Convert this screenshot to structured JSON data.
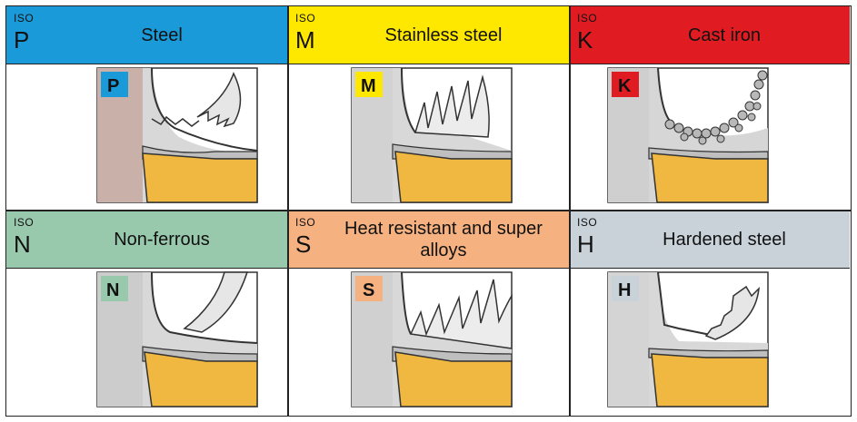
{
  "materials": [
    {
      "iso": "ISO",
      "letter": "P",
      "title": "Steel",
      "color": "#1a9ad9",
      "badge": "P"
    },
    {
      "iso": "ISO",
      "letter": "M",
      "title": "Stainless steel",
      "color": "#ffe800",
      "badge": "M"
    },
    {
      "iso": "ISO",
      "letter": "K",
      "title": "Cast iron",
      "color": "#e01c22",
      "badge": "K"
    },
    {
      "iso": "ISO",
      "letter": "N",
      "title": "Non-ferrous",
      "color": "#99c9ad",
      "badge": "N"
    },
    {
      "iso": "ISO",
      "letter": "S",
      "title": "Heat resistant and super alloys",
      "color": "#f5b280",
      "badge": "S"
    },
    {
      "iso": "ISO",
      "letter": "H",
      "title": "Hardened steel",
      "color": "#c9d2d9",
      "badge": "H"
    }
  ]
}
